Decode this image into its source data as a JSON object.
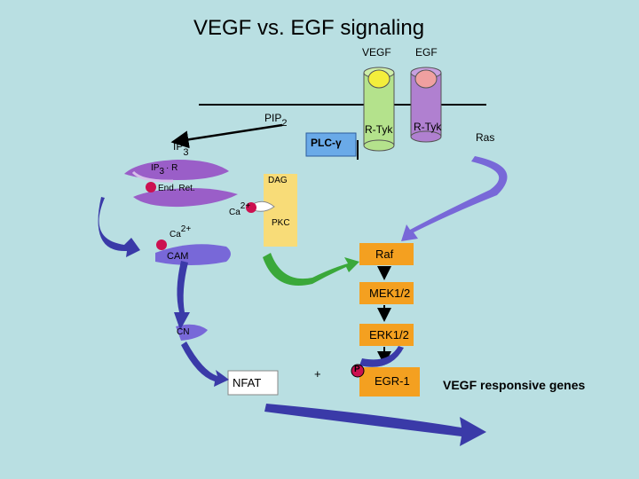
{
  "title": "VEGF vs. EGF signaling",
  "receptors": {
    "vegf_label": "VEGF",
    "egf_label": "EGF",
    "vegf_rtyk": "R-Tyk",
    "egf_rtyk": "R-Tyk"
  },
  "molecules": {
    "pip2_main": "PIP",
    "pip2_sub": "2",
    "plc": "PLC-γ",
    "ip3_main": "IP",
    "ip3_sub": "3",
    "ip3r_main": "IP",
    "ip3r_sub": "3",
    "ip3r_tail": "· R",
    "end_ret": "End. Ret.",
    "dag": "DAG",
    "ca1_main": "Ca",
    "ca1_sup": "2+",
    "ca2_main": "Ca",
    "ca2_sup": "2+",
    "pkc": "PKC",
    "ras": "Ras",
    "raf": "Raf",
    "cam": "CAM",
    "mek": "MEK1/2",
    "cn": "CN",
    "erk": "ERK1/2",
    "nfat": "NFAT",
    "plus": "+",
    "p": "P",
    "egr1": "EGR-1",
    "genes": "VEGF responsive genes"
  },
  "colors": {
    "background": "#b9dfe2",
    "vegf_receptor": "#b4e28c",
    "egf_receptor": "#b080d0",
    "vegf_ligand": "#f3ee3c",
    "egf_ligand": "#f0a0a0",
    "plc": "#6aaae8",
    "kinase_box": "#f4a020",
    "pkc_dag": "#f8dc78",
    "membrane_er": "#9a5ec8",
    "arrow_green": "#3aa83a",
    "arrow_purple": "#7868d8",
    "arrow_navy": "#3a3aa8",
    "calcium": "#cc1050"
  }
}
